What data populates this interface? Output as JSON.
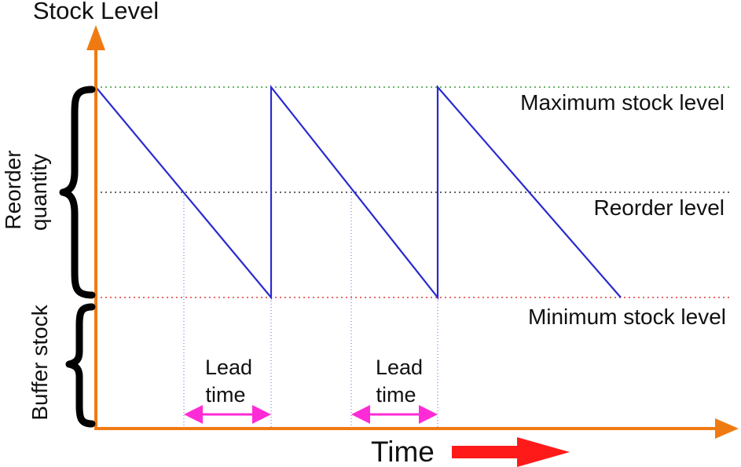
{
  "y_axis_label": "Stock Level",
  "x_axis_label": "Time",
  "levels": {
    "maximum": "Maximum stock level",
    "reorder": "Reorder level",
    "minimum": "Minimum stock level"
  },
  "brace_labels": {
    "reorder_quantity_line1": "Reorder",
    "reorder_quantity_line2": "quantity",
    "buffer_stock": "Buffer stock"
  },
  "lead_time_labels": [
    {
      "line1": "Lead",
      "line2": "time"
    },
    {
      "line1": "Lead",
      "line2": "time"
    }
  ],
  "colors": {
    "axis": "#f07a12",
    "stock_line": "#2a2ad0",
    "maximum_guide": "#3a9a3a",
    "reorder_guide": "#333333",
    "minimum_guide": "#e03a3a",
    "lead_time_arrow": "#ff2bd6",
    "time_arrow": "#ff1a1a",
    "brace": "#000000"
  }
}
